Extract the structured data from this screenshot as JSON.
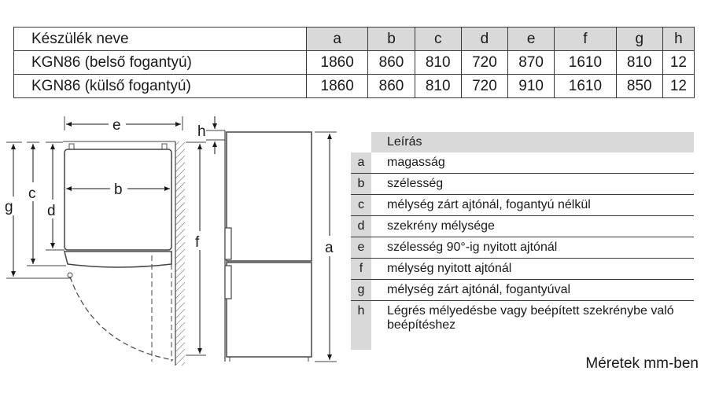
{
  "table": {
    "header": {
      "name": "Készülék neve",
      "cols": [
        "a",
        "b",
        "c",
        "d",
        "e",
        "f",
        "g",
        "h"
      ]
    },
    "rows": [
      {
        "name": "KGN86 (belső fogantyú)",
        "values": [
          "1860",
          "860",
          "810",
          "720",
          "870",
          "1610",
          "810",
          "12"
        ]
      },
      {
        "name": "KGN86 (külső fogantyú)",
        "values": [
          "1860",
          "860",
          "810",
          "720",
          "910",
          "1610",
          "850",
          "12"
        ]
      }
    ]
  },
  "drawing": {
    "labels": {
      "e": "e",
      "b": "b",
      "g": "g",
      "c": "c",
      "d": "d",
      "h": "h",
      "f": "f",
      "a": "a"
    }
  },
  "legend": {
    "header": "Leírás",
    "items": [
      {
        "key": "a",
        "text": "magasság"
      },
      {
        "key": "b",
        "text": "szélesség"
      },
      {
        "key": "c",
        "text": "mélység zárt ajtónál, fogantyú nélkül"
      },
      {
        "key": "d",
        "text": "szekrény mélysége"
      },
      {
        "key": "e",
        "text": "szélesség 90°-ig nyitott ajtónál"
      },
      {
        "key": "f",
        "text": "mélység nyitott ajtónál"
      },
      {
        "key": "g",
        "text": "mélység zárt ajtónál, fogantyúval"
      },
      {
        "key": "h",
        "text": "Légrés mélyedésbe vagy beépített szekrénybe való beépítéshez"
      }
    ]
  },
  "units": "Méretek mm-ben"
}
